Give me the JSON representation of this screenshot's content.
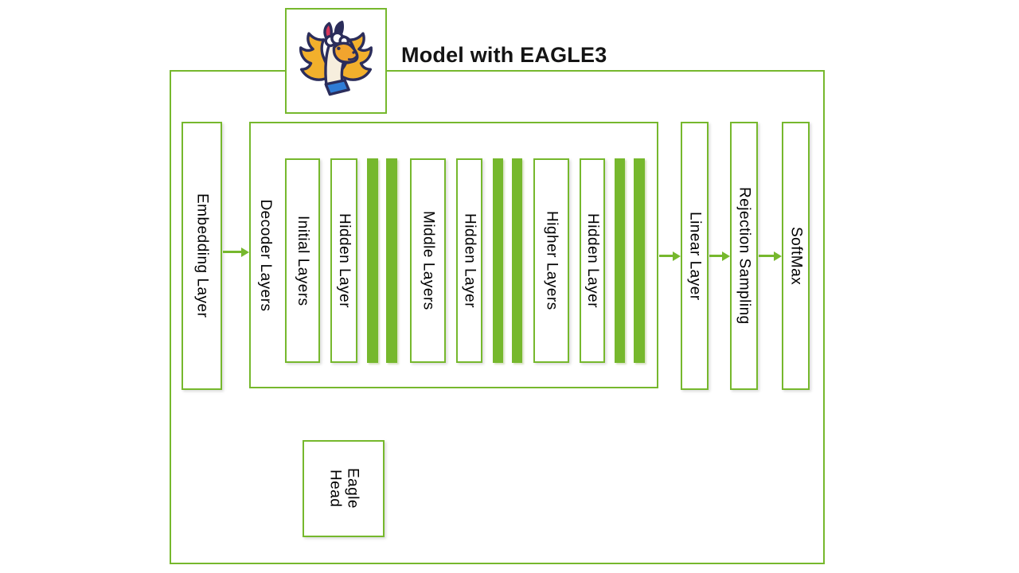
{
  "title": "Model with EAGLE3",
  "colors": {
    "accent_green": "#76b82d",
    "text": "#0d0d0d",
    "logo_navy": "#2b2d5b",
    "logo_gold": "#f2b02c",
    "logo_cream": "#f6eedd",
    "logo_orange": "#f1a42e",
    "logo_pink": "#d8375b",
    "logo_blue": "#2f7cd6"
  },
  "logo": {
    "name": "winged-llama-logo"
  },
  "blocks": {
    "embedding": {
      "label": "Embedding Layer"
    },
    "decoder": {
      "label": "Decoder Layers",
      "items": [
        {
          "type": "box",
          "label": "Initial Layers"
        },
        {
          "type": "box",
          "label": "Hidden Layer"
        },
        {
          "type": "bar",
          "label": ""
        },
        {
          "type": "bar",
          "label": ""
        },
        {
          "type": "box",
          "label": "Middle Layers"
        },
        {
          "type": "box",
          "label": "Hidden Layer"
        },
        {
          "type": "bar",
          "label": ""
        },
        {
          "type": "bar",
          "label": ""
        },
        {
          "type": "box",
          "label": "Higher Layers"
        },
        {
          "type": "box",
          "label": "Hidden Layer"
        },
        {
          "type": "bar",
          "label": ""
        },
        {
          "type": "bar",
          "label": ""
        }
      ]
    },
    "linear": {
      "label": "Linear Layer"
    },
    "rejection": {
      "label": "Rejection Sampling"
    },
    "softmax": {
      "label": "SoftMax"
    },
    "eagle_head": {
      "label": "Eagle\nHead"
    }
  }
}
